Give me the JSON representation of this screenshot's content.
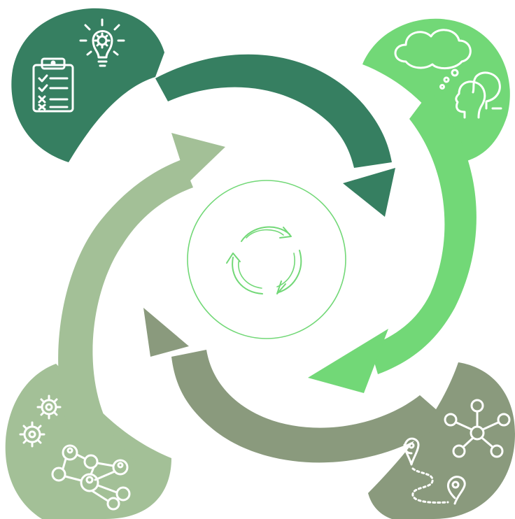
{
  "diagram": {
    "center": {
      "icon": "refresh-cycle-icon"
    },
    "stages": [
      {
        "position": "top-left",
        "icons": [
          "clipboard-checklist-icon",
          "lightbulb-gear-icon"
        ],
        "color": "#367f61"
      },
      {
        "position": "top-right",
        "icons": [
          "thought-cloud-icon",
          "people-heads-icon"
        ],
        "color": "#72d877"
      },
      {
        "position": "bottom-right",
        "icons": [
          "network-hub-icon",
          "map-pin-route-icon"
        ],
        "color": "#8a9a7d"
      },
      {
        "position": "bottom-left",
        "icons": [
          "gears-icon",
          "people-network-icon"
        ],
        "color": "#a3c097"
      }
    ],
    "arrow_colors": [
      "#367f61",
      "#72d877",
      "#8a9a7d",
      "#a3c097"
    ],
    "center_color": "#72d877"
  }
}
